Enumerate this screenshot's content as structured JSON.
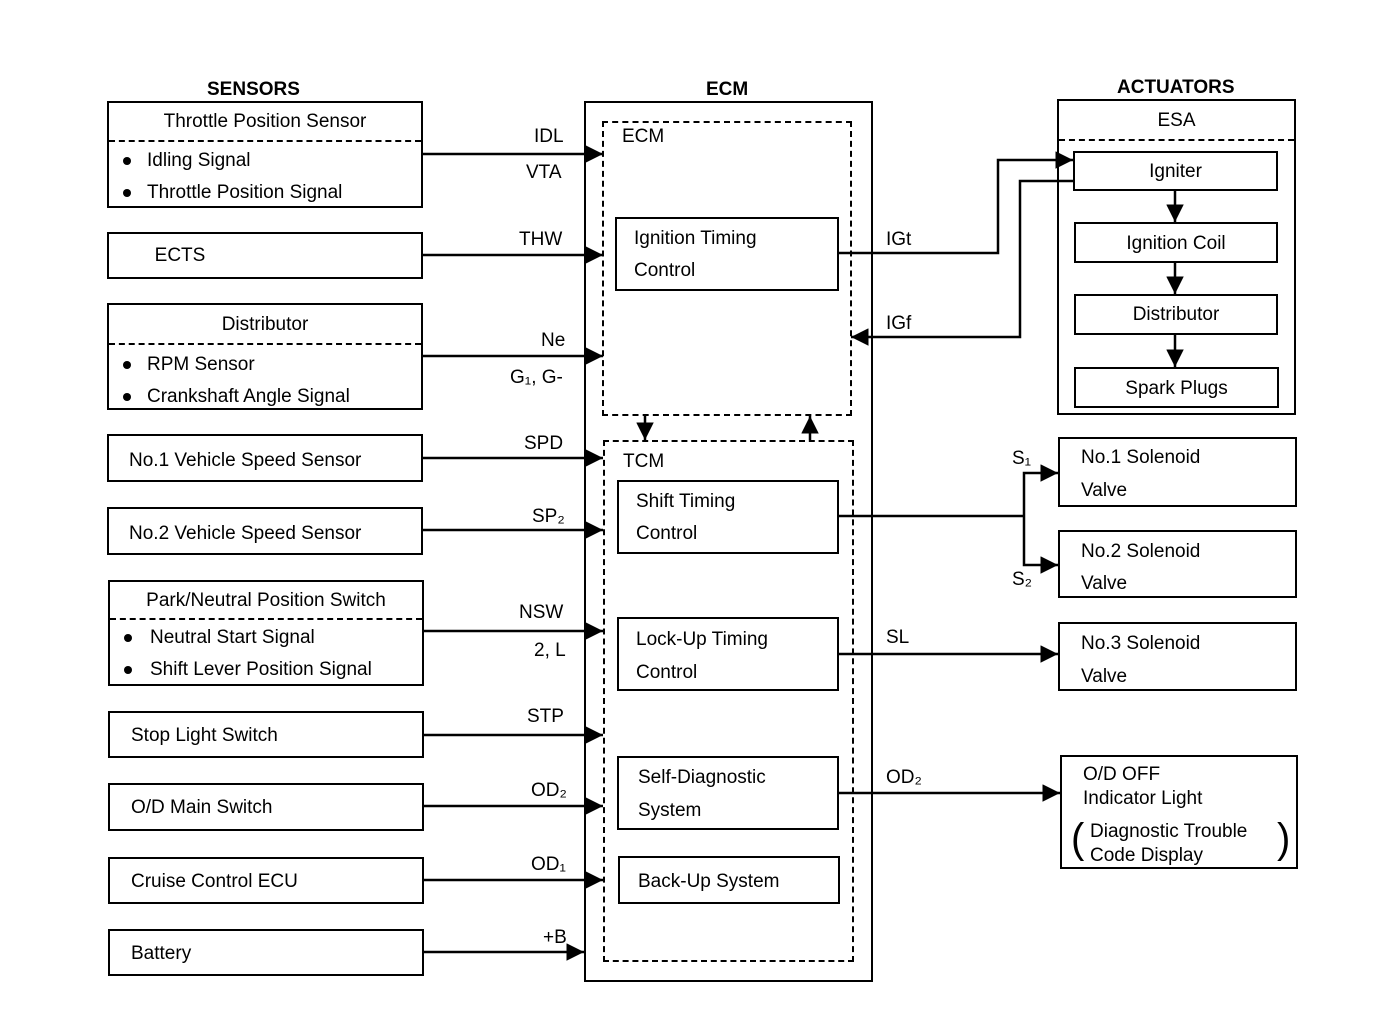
{
  "headers": {
    "sensors": "SENSORS",
    "ecm": "ECM",
    "actuators": "ACTUATORS"
  },
  "sensors": {
    "tps": {
      "title": "Throttle Position Sensor",
      "items": [
        "Idling Signal",
        "Throttle Position Signal"
      ]
    },
    "ects": {
      "title": "ECTS"
    },
    "distributor": {
      "title": "Distributor",
      "items": [
        "RPM Sensor",
        "Crankshaft Angle Signal"
      ]
    },
    "vss1": {
      "title": "No.1 Vehicle Speed Sensor"
    },
    "vss2": {
      "title": "No.2 Vehicle Speed Sensor"
    },
    "pnp": {
      "title": "Park/Neutral Position Switch",
      "items": [
        "Neutral Start Signal",
        "Shift Lever Position Signal"
      ]
    },
    "stop": {
      "title": "Stop Light Switch"
    },
    "od_main": {
      "title": "O/D Main Switch"
    },
    "cruise": {
      "title": "Cruise Control ECU"
    },
    "battery": {
      "title": "Battery"
    }
  },
  "signals": {
    "idl": "IDL",
    "vta": "VTA",
    "thw": "THW",
    "ne": "Ne",
    "g": "G₁, G-",
    "spd": "SPD",
    "sp2": "SP₂",
    "nsw": "NSW",
    "two_l": "2, L",
    "stp": "STP",
    "od2_in": "OD₂",
    "od1": "OD₁",
    "b": "+B",
    "igt": "IGt",
    "igf": "IGf",
    "s1": "S₁",
    "s2": "S₂",
    "sl": "SL",
    "od2_out": "OD₂"
  },
  "ecm": {
    "inner_ecm": "ECM",
    "ignition_timing": [
      "Ignition Timing",
      "Control"
    ],
    "tcm": "TCM",
    "shift_timing": [
      "Shift Timing",
      "Control"
    ],
    "lockup_timing": [
      "Lock-Up Timing",
      "Control"
    ],
    "self_diag": [
      "Self-Diagnostic",
      "System"
    ],
    "backup": "Back-Up System"
  },
  "actuators": {
    "esa": "ESA",
    "igniter": "Igniter",
    "ignition_coil": "Ignition Coil",
    "distributor": "Distributor",
    "spark_plugs": "Spark Plugs",
    "sol1": [
      "No.1 Solenoid",
      "Valve"
    ],
    "sol2": [
      "No.2 Solenoid",
      "Valve"
    ],
    "sol3": [
      "No.3 Solenoid",
      "Valve"
    ],
    "od_off": [
      "O/D OFF",
      "Indicator Light"
    ],
    "dtc": [
      "Diagnostic Trouble",
      "Code Display"
    ]
  }
}
